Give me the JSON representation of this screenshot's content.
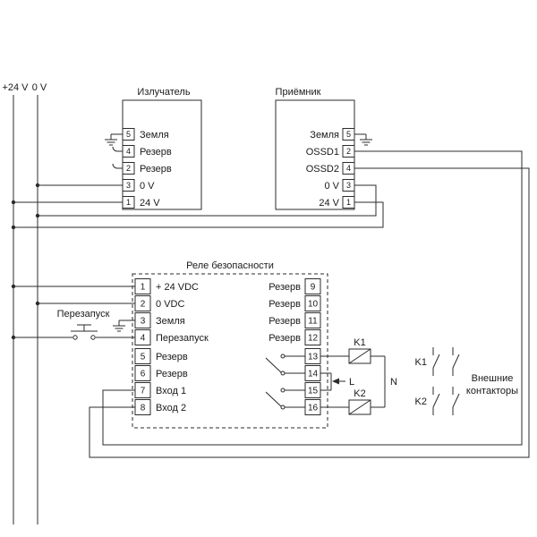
{
  "ink": "#2b2b2b",
  "rails": {
    "plus24": "+24 V",
    "zero": "0 V"
  },
  "emitter": {
    "title": "Излучатель",
    "pins": [
      {
        "num": "5",
        "label": "Земля"
      },
      {
        "num": "4",
        "label": "Резерв"
      },
      {
        "num": "2",
        "label": "Резерв"
      },
      {
        "num": "3",
        "label": "0 V"
      },
      {
        "num": "1",
        "label": "24 V"
      }
    ]
  },
  "receiver": {
    "title": "Приёмник",
    "pins": [
      {
        "num": "5",
        "label": "Земля"
      },
      {
        "num": "2",
        "label": "OSSD1"
      },
      {
        "num": "4",
        "label": "OSSD2"
      },
      {
        "num": "3",
        "label": "0 V"
      },
      {
        "num": "1",
        "label": "24 V"
      }
    ]
  },
  "relay": {
    "title": "Реле безопасности",
    "left": [
      {
        "num": "1",
        "label": "+ 24 VDC"
      },
      {
        "num": "2",
        "label": "0 VDC"
      },
      {
        "num": "3",
        "label": "Земля"
      },
      {
        "num": "4",
        "label": "Перезапуск"
      },
      {
        "num": "5",
        "label": "Резерв"
      },
      {
        "num": "6",
        "label": "Резерв"
      },
      {
        "num": "7",
        "label": "Вход 1"
      },
      {
        "num": "8",
        "label": "Вход 2"
      }
    ],
    "right": [
      {
        "num": "9",
        "label": "Резерв"
      },
      {
        "num": "10",
        "label": "Резерв"
      },
      {
        "num": "11",
        "label": "Резерв"
      },
      {
        "num": "12",
        "label": "Резерв"
      },
      {
        "num": "13"
      },
      {
        "num": "14"
      },
      {
        "num": "15"
      },
      {
        "num": "16"
      }
    ]
  },
  "restart": {
    "label": "Перезапуск"
  },
  "coils": {
    "k1": "K1",
    "k2": "K2"
  },
  "power": {
    "l": "L",
    "n": "N"
  },
  "contactors": {
    "k1": "K1",
    "k2": "K2",
    "caption_line1": "Внешние",
    "caption_line2": "контакторы"
  },
  "icons": {
    "ground": "earth-ground",
    "button": "push-button-no",
    "contact": "normally-open-contact"
  }
}
